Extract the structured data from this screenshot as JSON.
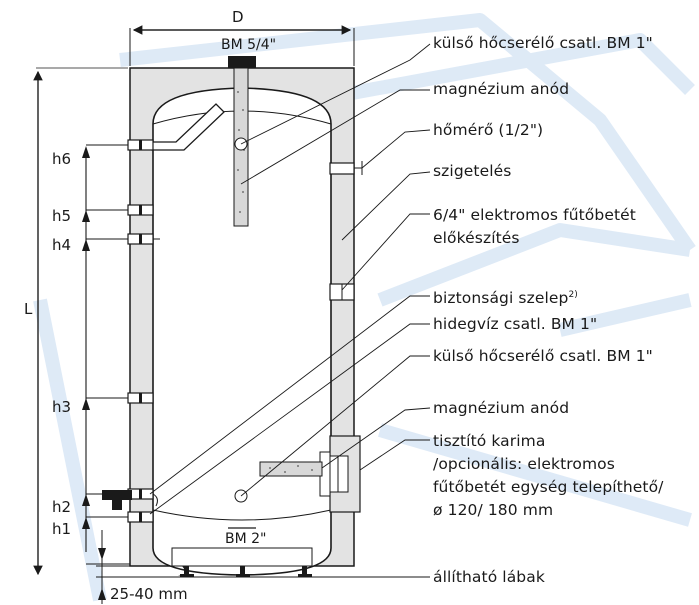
{
  "dimensions": {
    "D": "D",
    "L": "L",
    "h1": "h1",
    "h2": "h2",
    "h3": "h3",
    "h4": "h4",
    "h5": "h5",
    "h6": "h6",
    "feet_gap": "25-40 mm"
  },
  "tank_labels": {
    "top_port": "BM 5/4\"",
    "bottom_port": "BM 2\""
  },
  "callouts": [
    {
      "text": "külső hőcserélő csatl. BM 1\""
    },
    {
      "text": "magnézium anód"
    },
    {
      "text": "hőmérő (1/2\")"
    },
    {
      "text": "szigetelés"
    },
    {
      "line1": "6/4\" elektromos fűtőbetét",
      "line2": "előkészítés"
    },
    {
      "text": "biztonsági szelep",
      "sup": "2)"
    },
    {
      "text": "hidegvíz csatl. BM 1\""
    },
    {
      "text": "külső hőcserélő csatl. BM 1\""
    },
    {
      "text": "magnézium anód"
    },
    {
      "line1": "tisztító karima",
      "line2": "/opcionális: elektromos",
      "line3": "fűtőbetét egység telepíthető/",
      "line4": "ø 120/ 180 mm"
    },
    {
      "text": "állítható lábak"
    }
  ],
  "colors": {
    "insulation": "#e3e3e3",
    "line": "#1a1a1a",
    "watermark": "#cfe0f3"
  }
}
